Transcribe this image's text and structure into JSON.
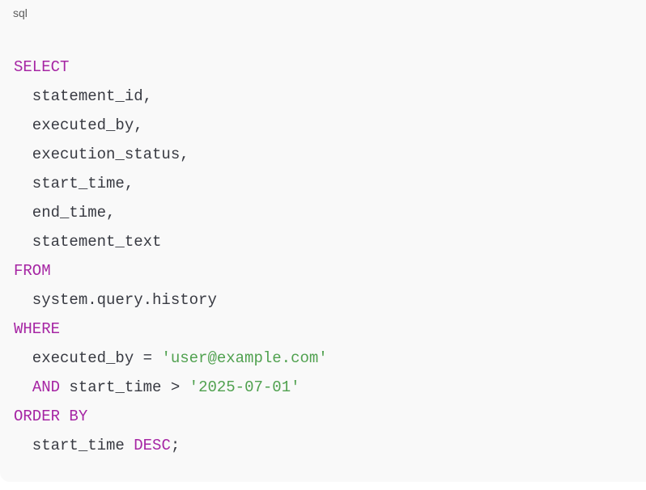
{
  "language_label": "sql",
  "colors": {
    "keyword": "#a626a4",
    "string": "#50a14f",
    "text": "#383a42",
    "background": "#f9f9f9"
  },
  "code": {
    "lines": [
      [
        {
          "t": "kw",
          "text": "SELECT"
        }
      ],
      [
        {
          "t": "plain",
          "text": "  statement_id,"
        }
      ],
      [
        {
          "t": "plain",
          "text": "  executed_by,"
        }
      ],
      [
        {
          "t": "plain",
          "text": "  execution_status,"
        }
      ],
      [
        {
          "t": "plain",
          "text": "  start_time,"
        }
      ],
      [
        {
          "t": "plain",
          "text": "  end_time,"
        }
      ],
      [
        {
          "t": "plain",
          "text": "  statement_text"
        }
      ],
      [
        {
          "t": "kw",
          "text": "FROM"
        }
      ],
      [
        {
          "t": "plain",
          "text": "  system.query.history"
        }
      ],
      [
        {
          "t": "kw",
          "text": "WHERE"
        }
      ],
      [
        {
          "t": "plain",
          "text": "  executed_by = "
        },
        {
          "t": "str",
          "text": "'user@example.com'"
        }
      ],
      [
        {
          "t": "plain",
          "text": "  "
        },
        {
          "t": "kw",
          "text": "AND"
        },
        {
          "t": "plain",
          "text": " start_time > "
        },
        {
          "t": "str",
          "text": "'2025-07-01'"
        }
      ],
      [
        {
          "t": "kw",
          "text": "ORDER BY"
        }
      ],
      [
        {
          "t": "plain",
          "text": "  start_time "
        },
        {
          "t": "kw",
          "text": "DESC"
        },
        {
          "t": "plain",
          "text": ";"
        }
      ]
    ]
  }
}
